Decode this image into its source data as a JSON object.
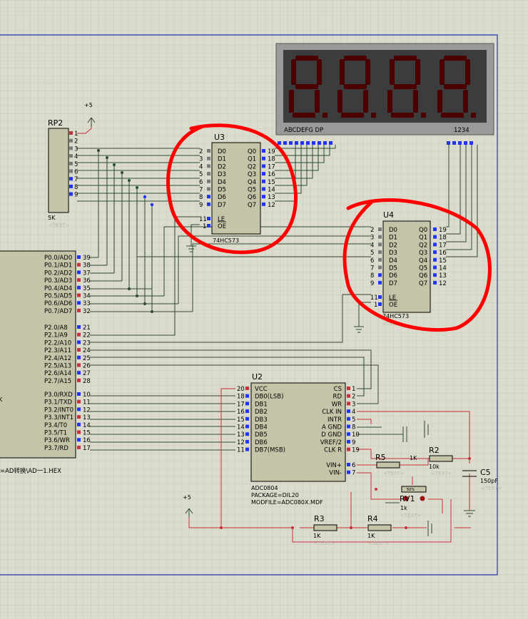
{
  "colors": {
    "background": "#dcdcce",
    "grid": "#c6c6b6",
    "wire": "#2c4b2c",
    "red_wire": "#c8303a",
    "annotation": "#ff0000",
    "chip": "#c4c4a8",
    "pin_blue": "#2233ff",
    "display_bg": "#3c3c3c",
    "segment": "#4a0000"
  },
  "rp2": {
    "ref": "RP2",
    "value": "5K",
    "text_hint": "<TEXT>",
    "pin_numbers": [
      "1",
      "2",
      "3",
      "4",
      "5",
      "6",
      "7",
      "8",
      "9"
    ]
  },
  "power": {
    "top": "+5",
    "bottom": "+5"
  },
  "u3": {
    "ref": "U3",
    "part": "74HC573",
    "left_pins": [
      "D0",
      "D1",
      "D2",
      "D3",
      "D4",
      "D5",
      "D6",
      "D7"
    ],
    "left_nums": [
      "2",
      "3",
      "4",
      "5",
      "6",
      "7",
      "8",
      "9"
    ],
    "right_pins": [
      "Q0",
      "Q1",
      "Q2",
      "Q3",
      "Q4",
      "Q5",
      "Q6",
      "Q7"
    ],
    "right_nums": [
      "19",
      "18",
      "17",
      "16",
      "15",
      "14",
      "13",
      "12"
    ],
    "le": "LE",
    "oe": "OE",
    "le_num": "11",
    "oe_num": "1"
  },
  "u4": {
    "ref": "U4",
    "part": "74HC573",
    "text_hint": "<TEXT>",
    "left_pins": [
      "D0",
      "D1",
      "D2",
      "D3",
      "D4",
      "D5",
      "D6",
      "D7"
    ],
    "left_nums": [
      "2",
      "3",
      "4",
      "5",
      "6",
      "7",
      "8",
      "9"
    ],
    "right_pins": [
      "Q0",
      "Q1",
      "Q2",
      "Q3",
      "Q4",
      "Q5",
      "Q6",
      "Q7"
    ],
    "right_nums": [
      "19",
      "18",
      "17",
      "16",
      "15",
      "14",
      "13",
      "12"
    ],
    "le": "LE",
    "oe": "OE",
    "le_num": "11",
    "oe_num": "1"
  },
  "display": {
    "digits": [
      "8.",
      "8.",
      "8.",
      "8."
    ],
    "segment_labels": "ABCDEFG  DP",
    "digit_labels": "1234"
  },
  "mcu": {
    "pins_p0": [
      {
        "name": "P0.0/AD0",
        "num": "39"
      },
      {
        "name": "P0.1/AD1",
        "num": "38"
      },
      {
        "name": "P0.2/AD2",
        "num": "37"
      },
      {
        "name": "P0.3/AD3",
        "num": "36"
      },
      {
        "name": "P0.4/AD4",
        "num": "35"
      },
      {
        "name": "P0.5/AD5",
        "num": "34"
      },
      {
        "name": "P0.6/AD6",
        "num": "33"
      },
      {
        "name": "P0.7/AD7",
        "num": "32"
      }
    ],
    "pins_p2": [
      {
        "name": "P2.0/A8",
        "num": "21"
      },
      {
        "name": "P2.1/A9",
        "num": "22"
      },
      {
        "name": "P2.2/A10",
        "num": "23"
      },
      {
        "name": "P2.3/A11",
        "num": "24"
      },
      {
        "name": "P2.4/A12",
        "num": "25"
      },
      {
        "name": "P2.5/A13",
        "num": "26"
      },
      {
        "name": "P2.6/A14",
        "num": "27"
      },
      {
        "name": "P2.7/A15",
        "num": "28"
      }
    ],
    "pins_p3": [
      {
        "name": "P3.0/RXD",
        "num": "10"
      },
      {
        "name": "P3.1/TXD",
        "num": "11"
      },
      {
        "name": "P3.2/INT0",
        "num": "12"
      },
      {
        "name": "P3.3/INT1",
        "num": "13"
      },
      {
        "name": "P3.4/T0",
        "num": "14"
      },
      {
        "name": "P3.5/T1",
        "num": "15"
      },
      {
        "name": "P3.6/WR",
        "num": "16"
      },
      {
        "name": "P3.7/RD",
        "num": "17"
      }
    ],
    "program_file": "=AD转换\\AD一1.HEX",
    "edge_text": "K"
  },
  "u2": {
    "ref": "U2",
    "part": "ADC0804",
    "package": "PACKAGE=DIL20",
    "modfile": "MODFILE=ADC080X.MDF",
    "left": [
      {
        "name": "VCC",
        "num": "20"
      },
      {
        "name": "DB0(LSB)",
        "num": "18"
      },
      {
        "name": "DB1",
        "num": "17"
      },
      {
        "name": "DB2",
        "num": "16"
      },
      {
        "name": "DB3",
        "num": "15"
      },
      {
        "name": "DB4",
        "num": "14"
      },
      {
        "name": "DB5",
        "num": "13"
      },
      {
        "name": "DB6",
        "num": "12"
      },
      {
        "name": "DB7(MSB)",
        "num": "11"
      }
    ],
    "right": [
      {
        "name": "CS",
        "num": "1"
      },
      {
        "name": "RD",
        "num": "2"
      },
      {
        "name": "WR",
        "num": "3"
      },
      {
        "name": "CLK IN",
        "num": "4"
      },
      {
        "name": "INTR",
        "num": "5"
      },
      {
        "name": "A GND",
        "num": "8"
      },
      {
        "name": "D GND",
        "num": "10"
      },
      {
        "name": "VREF/2",
        "num": "9"
      },
      {
        "name": "CLK R",
        "num": "19"
      }
    ],
    "vin": [
      {
        "name": "VIN+",
        "num": "6"
      },
      {
        "name": "VIN-",
        "num": "7"
      }
    ]
  },
  "r5": {
    "ref": "R5",
    "value": "1K",
    "text_hint": "<TEXT>"
  },
  "r2": {
    "ref": "R2",
    "value": "10k",
    "text_hint": "<TEXT>"
  },
  "c5": {
    "ref": "C5",
    "value": "150pF",
    "text_hint": "<TEXT>"
  },
  "rv1": {
    "ref": "RV1",
    "value": "1k",
    "text_hint": "<TEXT>",
    "knob": "50%"
  },
  "r3": {
    "ref": "R3",
    "value": "1K",
    "text_hint": "<TEXT>"
  },
  "r4": {
    "ref": "R4",
    "value": "1K",
    "text_hint": "<TEXT>"
  }
}
